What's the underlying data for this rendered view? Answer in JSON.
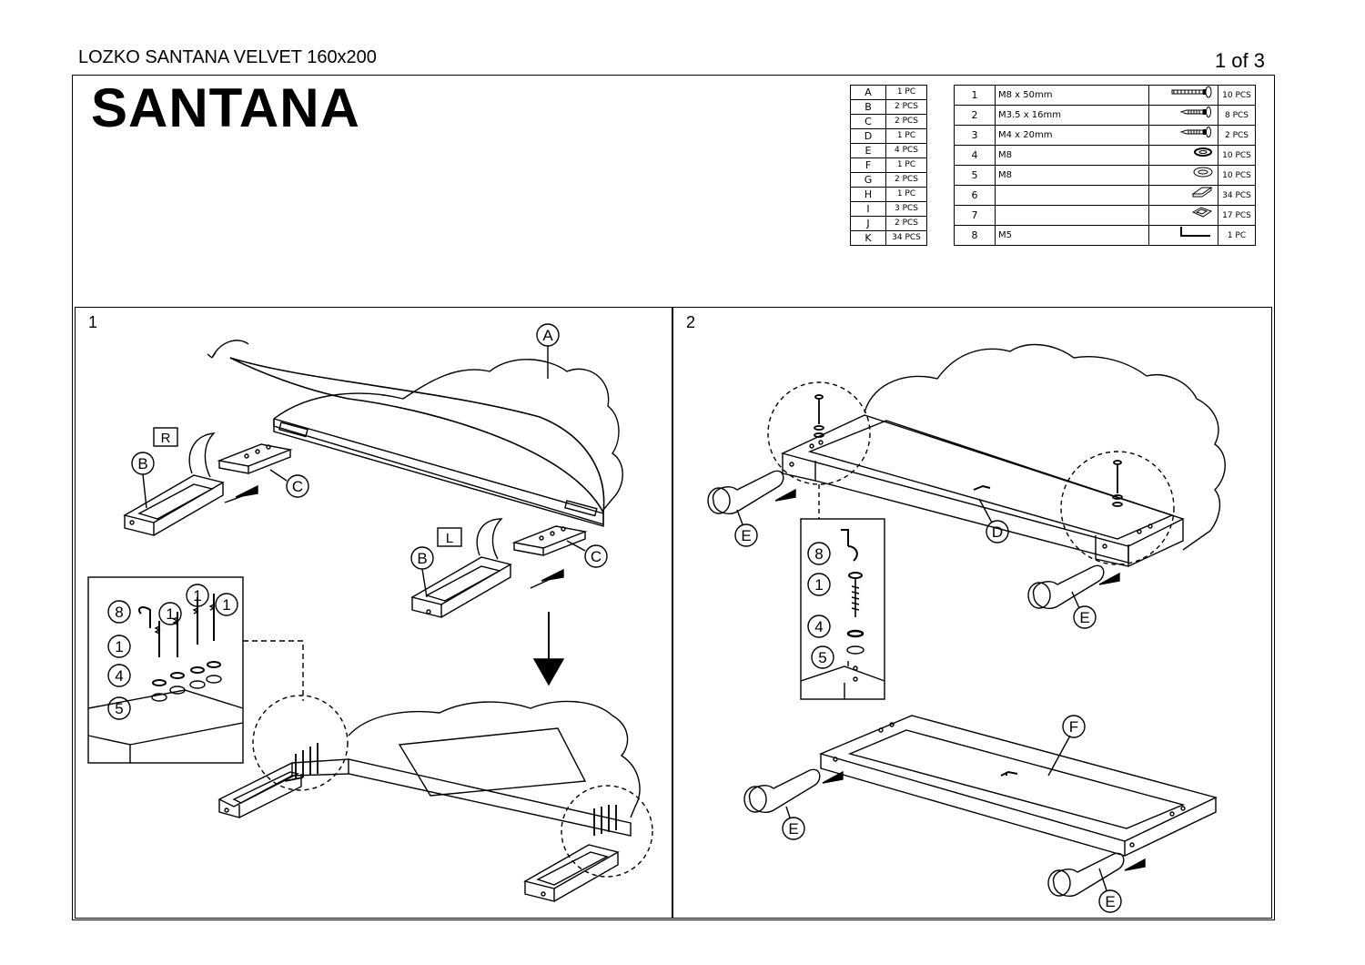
{
  "header": {
    "product_title": "LOZKO SANTANA VELVET 160x200",
    "page_indicator": "1 of 3"
  },
  "brand": {
    "name": "SANTANA"
  },
  "parts": [
    {
      "letter": "A",
      "qty": "1 PC"
    },
    {
      "letter": "B",
      "qty": "2 PCS"
    },
    {
      "letter": "C",
      "qty": "2 PCS"
    },
    {
      "letter": "D",
      "qty": "1 PC"
    },
    {
      "letter": "E",
      "qty": "4 PCS"
    },
    {
      "letter": "F",
      "qty": "1 PC"
    },
    {
      "letter": "G",
      "qty": "2 PCS"
    },
    {
      "letter": "H",
      "qty": "1 PC"
    },
    {
      "letter": "I",
      "qty": "3 PCS"
    },
    {
      "letter": "J",
      "qty": "2 PCS"
    },
    {
      "letter": "K",
      "qty": "34 PCS"
    }
  ],
  "hardware": [
    {
      "num": "1",
      "spec": "M8 x 50mm",
      "icon": "long-bolt-icon",
      "qty": "10 PCS"
    },
    {
      "num": "2",
      "spec": "M3.5 x 16mm",
      "icon": "screw-icon",
      "qty": "8 PCS"
    },
    {
      "num": "3",
      "spec": "M4 x 20mm",
      "icon": "screw-icon",
      "qty": "2 PCS"
    },
    {
      "num": "4",
      "spec": "M8",
      "icon": "spring-washer-icon",
      "qty": "10 PCS"
    },
    {
      "num": "5",
      "spec": "M8",
      "icon": "flat-washer-icon",
      "qty": "10 PCS"
    },
    {
      "num": "6",
      "spec": "",
      "icon": "plate-icon",
      "qty": "34 PCS"
    },
    {
      "num": "7",
      "spec": "",
      "icon": "bracket-icon",
      "qty": "17 PCS"
    },
    {
      "num": "8",
      "spec": "M5",
      "icon": "allen-key-icon",
      "qty": "1 PC"
    }
  ],
  "steps": [
    {
      "number": "1",
      "callouts": [
        "A",
        "B",
        "C",
        "B",
        "C",
        "8",
        "1",
        "1",
        "1",
        "1",
        "4",
        "5"
      ],
      "side_labels": [
        "R",
        "L"
      ]
    },
    {
      "number": "2",
      "callouts": [
        "8",
        "1",
        "4",
        "5",
        "D",
        "E",
        "E",
        "F",
        "E",
        "E"
      ]
    }
  ]
}
